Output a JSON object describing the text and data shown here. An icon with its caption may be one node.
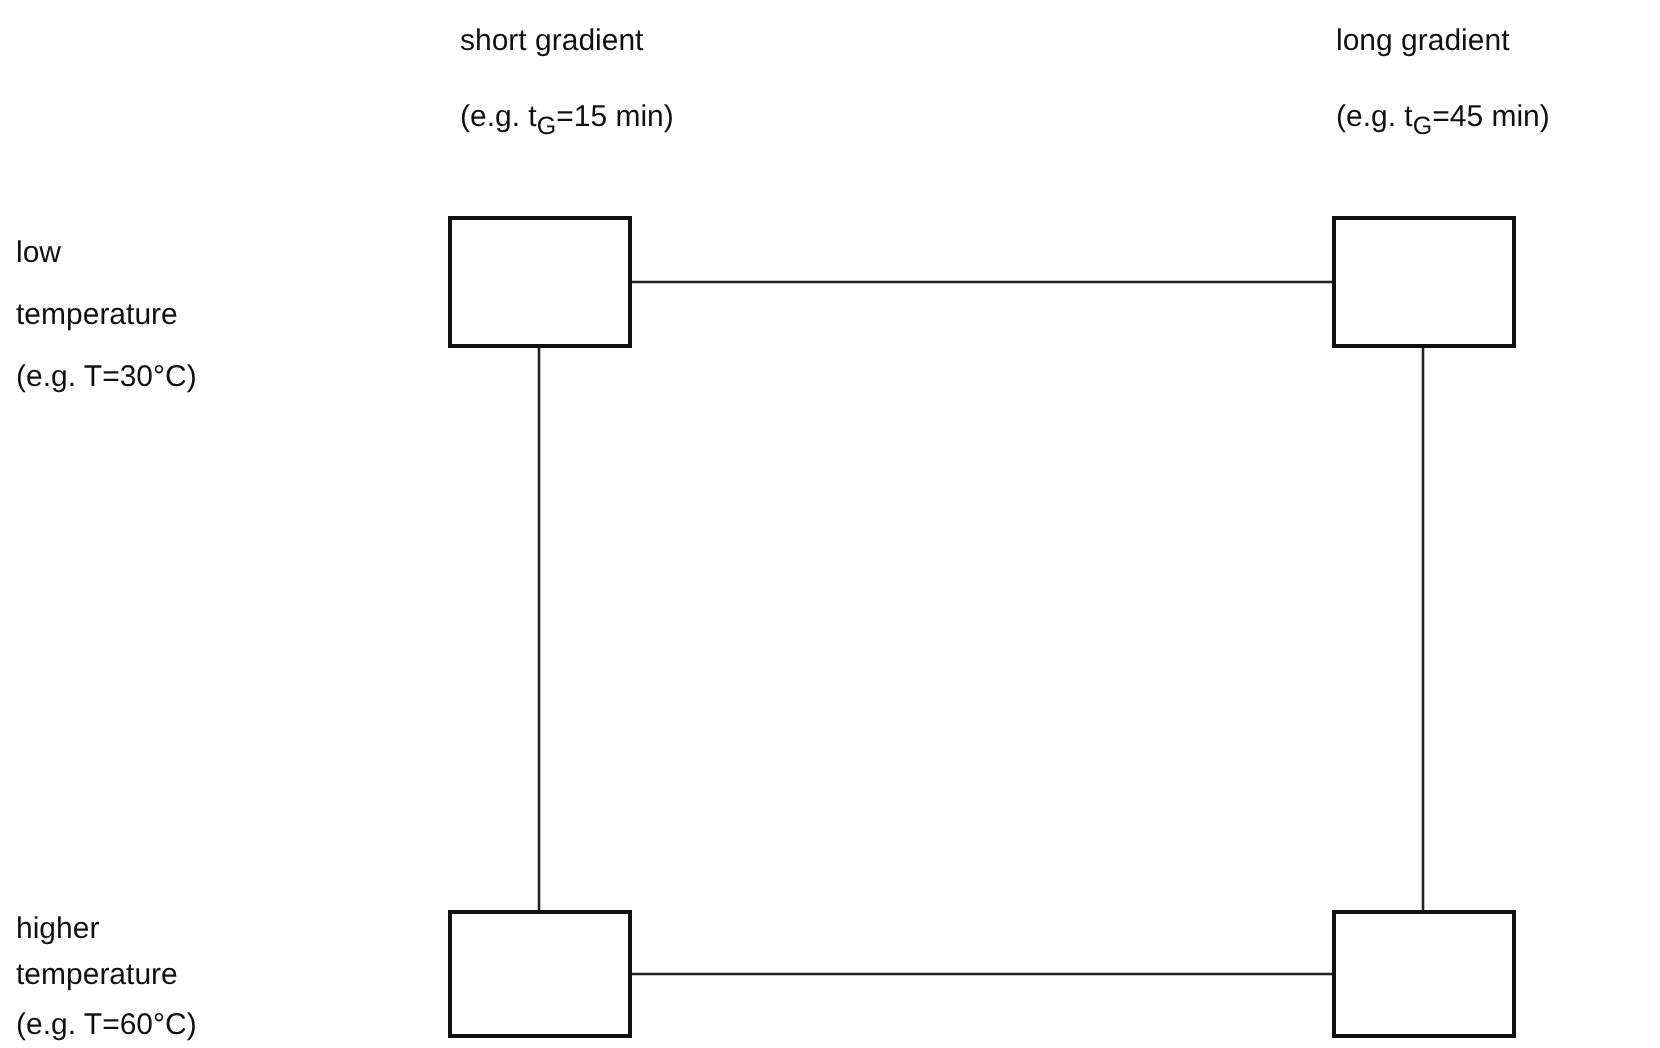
{
  "diagram": {
    "nodes": [
      {
        "text": [],
        "shape": "box"
      },
      {
        "text": [],
        "shape": "box"
      },
      {
        "text": [],
        "shape": "box"
      },
      {
        "text": [],
        "shape": "box"
      }
    ],
    "edges": [
      {
        "from": 0,
        "to": 1,
        "arrow": "none"
      },
      {
        "from": 0,
        "to": 2,
        "arrow": "none"
      },
      {
        "from": 1,
        "to": 3,
        "arrow": "none"
      },
      {
        "from": 2,
        "to": 3,
        "arrow": "none"
      }
    ],
    "labels": [
      "short gradient",
      "long gradient",
      "(e.g. t$_{G}$=15 min)",
      "(e.g. t$_{G}$=45 min)",
      "low",
      "temperature",
      "(e.g. T=30°C)",
      "higher",
      "temperature",
      "(e.g. T=60°C)"
    ]
  }
}
